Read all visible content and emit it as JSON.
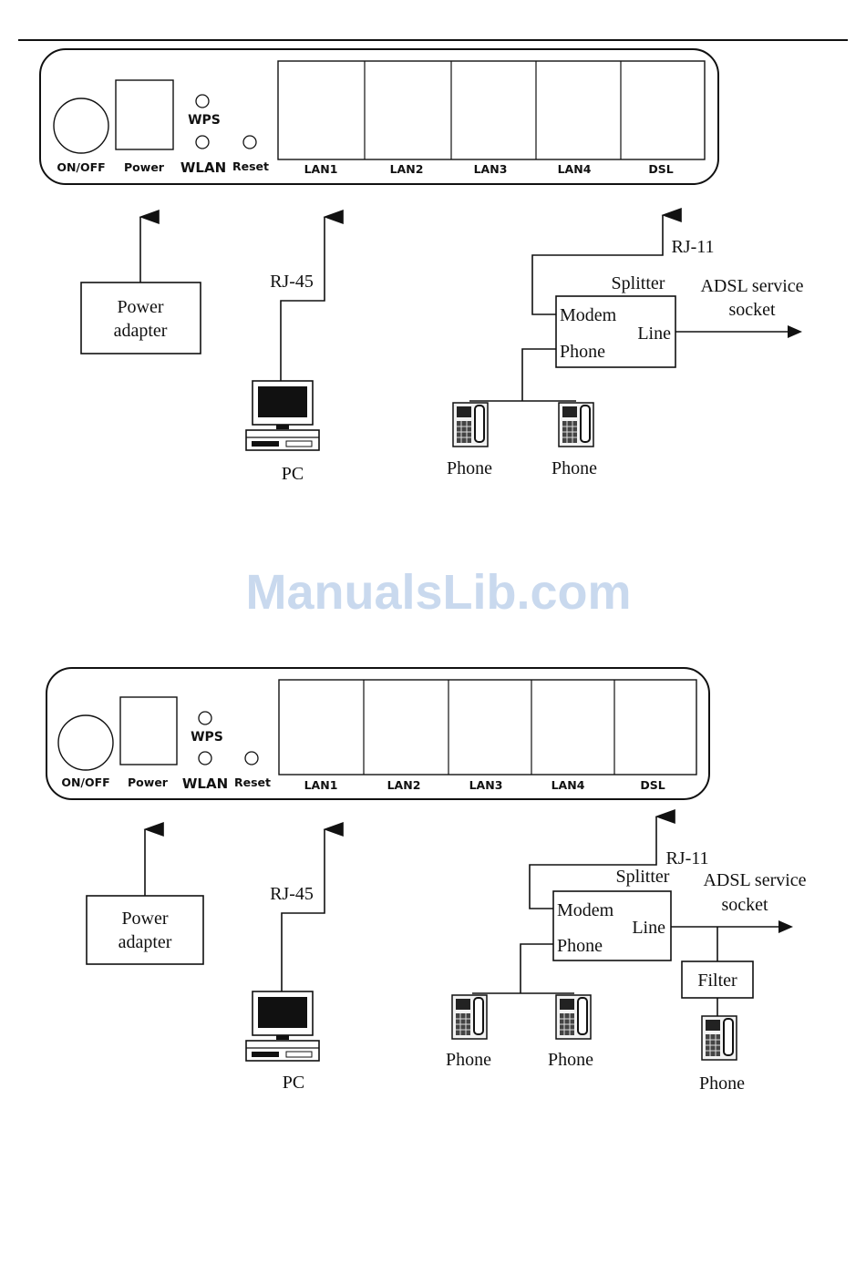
{
  "panel": {
    "on_off": "ON/OFF",
    "power": "Power",
    "wps": "WPS",
    "wlan": "WLAN",
    "reset": "Reset",
    "ports": [
      "LAN1",
      "LAN2",
      "LAN3",
      "LAN4",
      "DSL"
    ]
  },
  "labels": {
    "power_adapter_line1": "Power",
    "power_adapter_line2": "adapter",
    "rj45": "RJ-45",
    "pc": "PC",
    "rj11": "RJ-11",
    "splitter": "Splitter",
    "modem": "Modem",
    "line": "Line",
    "phone": "Phone",
    "adsl_line1": "ADSL service",
    "adsl_line2": "socket",
    "filter": "Filter"
  },
  "watermark": "ManualsLib.com"
}
